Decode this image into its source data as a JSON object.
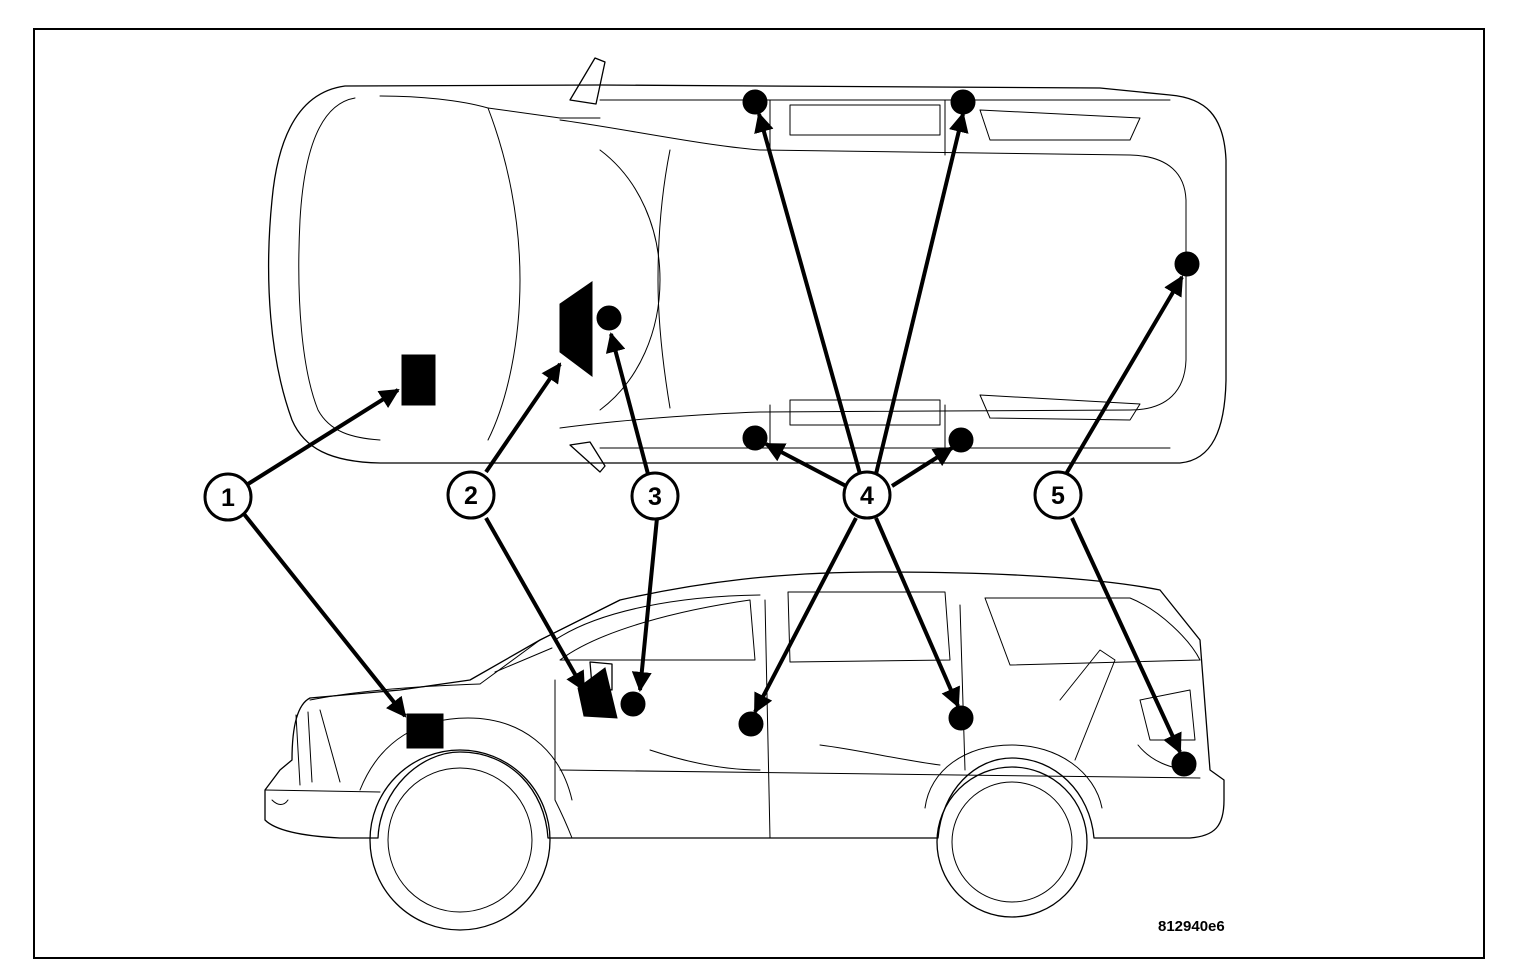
{
  "callouts": [
    "1",
    "2",
    "3",
    "4",
    "5"
  ],
  "figure_id": "812940e6",
  "colors": {
    "line": "#000000",
    "background": "#ffffff"
  }
}
